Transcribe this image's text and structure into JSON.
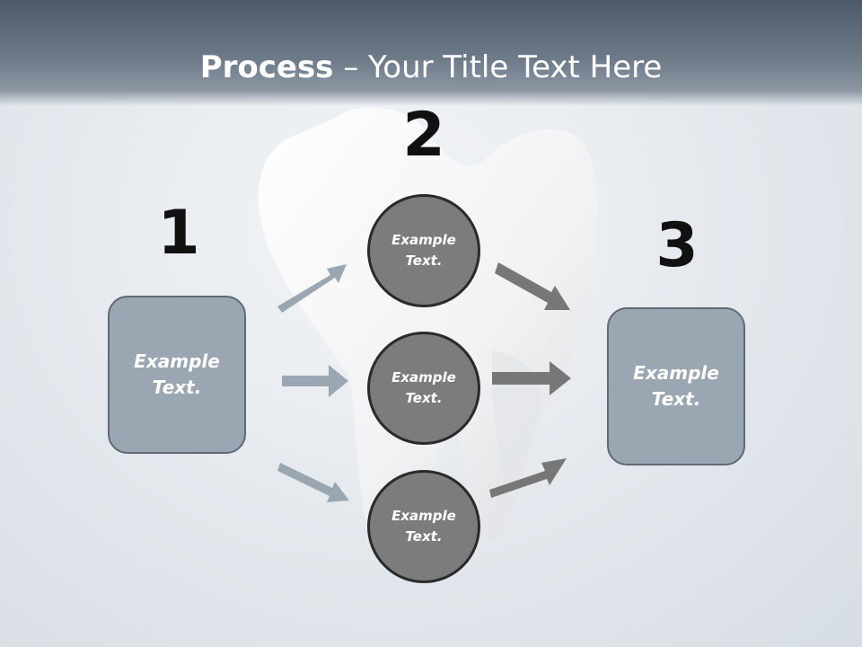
{
  "title": {
    "bold": "Process",
    "rest": " – Your Title Text Here"
  },
  "steps": {
    "one": "1",
    "two": "2",
    "three": "3"
  },
  "left_box": "Example Text.",
  "right_box": "Example Text.",
  "circles": [
    "Example Text.",
    "Example Text.",
    "Example Text."
  ],
  "colors": {
    "box_fill": "#9aa6b1",
    "circle_fill": "#7c7c7c",
    "arrow_left": "#9aa6b1",
    "arrow_right": "#7a7a7a"
  }
}
